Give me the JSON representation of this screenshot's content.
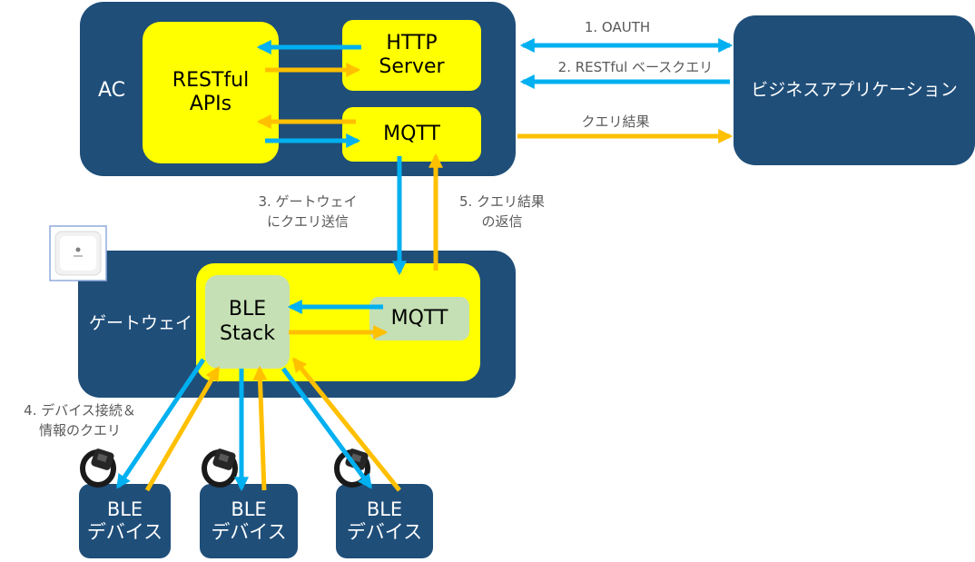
{
  "ac": {
    "label": "AC"
  },
  "restful": {
    "label": "RESTful\nAPIs"
  },
  "http_server": {
    "label": "HTTP\nServer"
  },
  "mqtt_ac": {
    "label": "MQTT"
  },
  "business_app": {
    "label": "ビジネスアプリケーション"
  },
  "gateway": {
    "label": "ゲートウェイ"
  },
  "ble_stack": {
    "label": "BLE\nStack"
  },
  "mqtt_gw": {
    "label": "MQTT"
  },
  "devices": [
    {
      "label": "BLE\nデバイス"
    },
    {
      "label": "BLE\nデバイス"
    },
    {
      "label": "BLE\nデバイス"
    }
  ],
  "steps": {
    "oauth": "1. OAUTH",
    "rest_query": "2. RESTful ベースクエリ",
    "query_result": "クエリ結果",
    "send_to_gateway": "3. ゲートウェイ\nにクエリ送信",
    "device_query": "4. デバイス接続＆\n情報のクエリ",
    "return_result": "5. クエリ結果\nの返信"
  },
  "colors": {
    "navy": "#1f4e79",
    "yellow": "#ffff00",
    "green": "#c5e0b4",
    "blue_arrow": "#00b0f0",
    "orange_arrow": "#ffc000"
  },
  "icons": {
    "access_point": "access-point-icon",
    "wearable": "fitness-band-icon"
  }
}
